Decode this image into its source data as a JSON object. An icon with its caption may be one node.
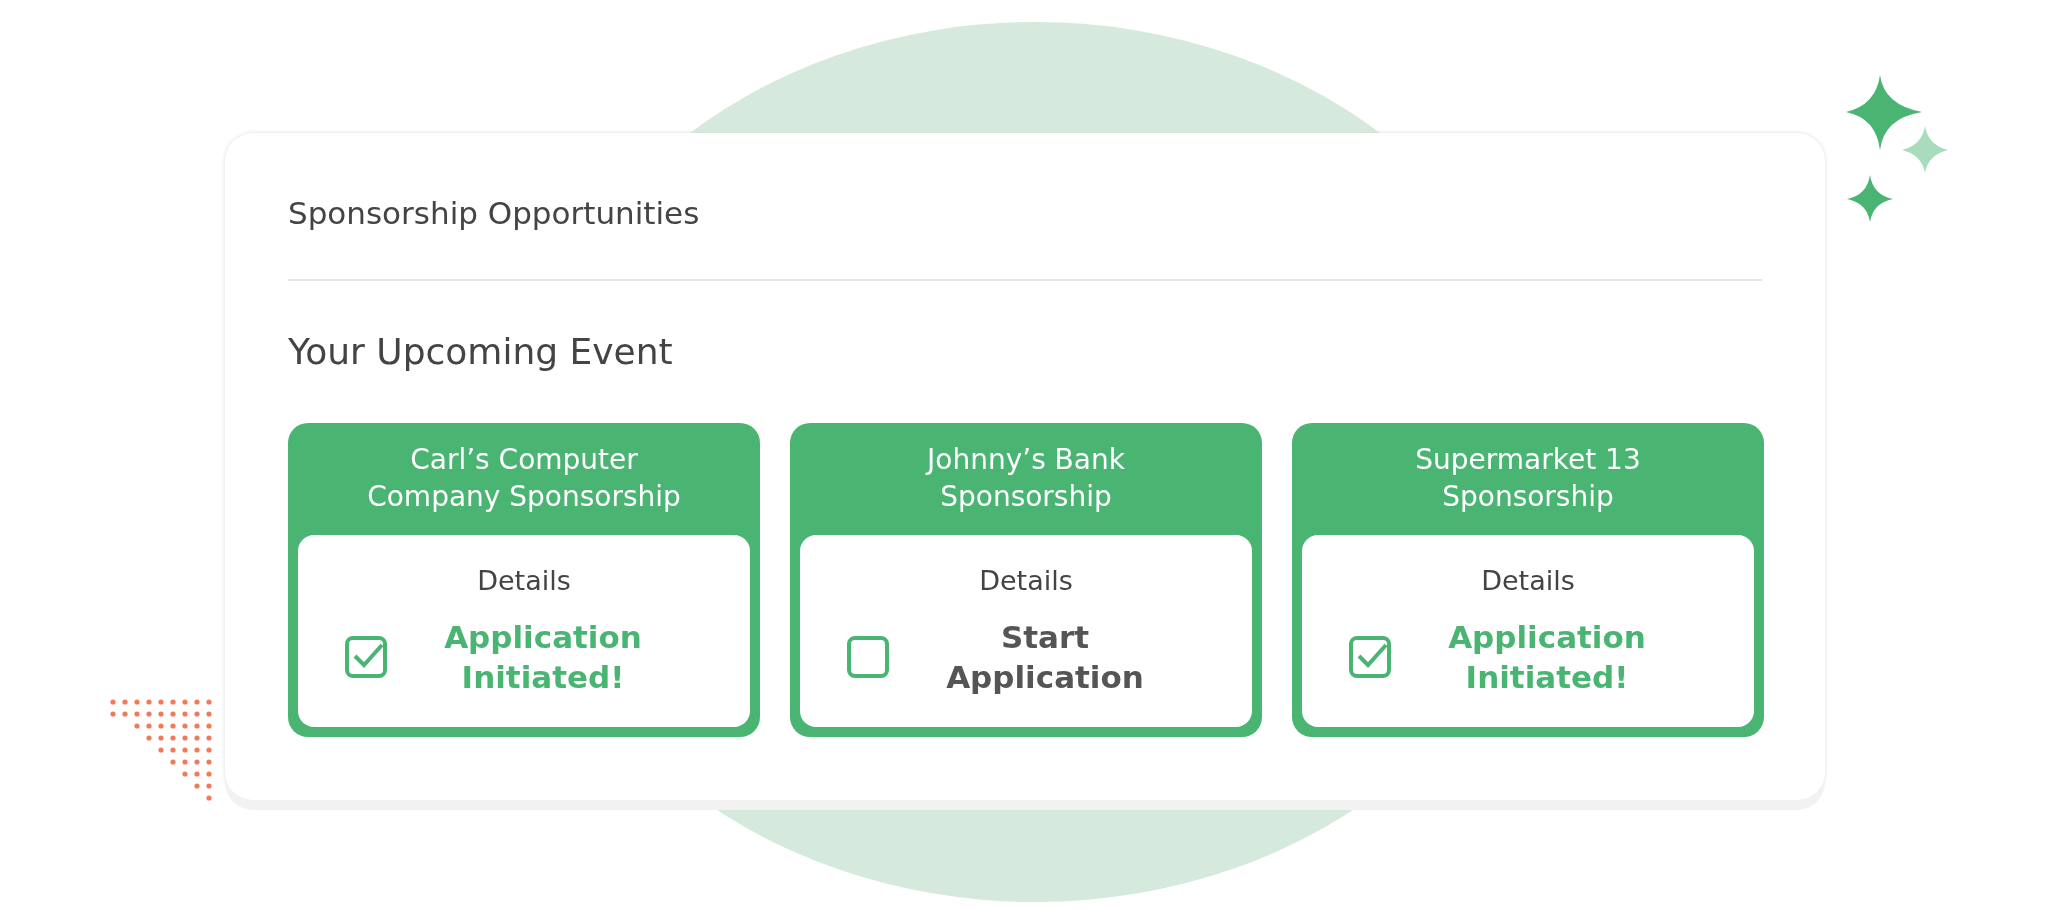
{
  "diagram": {
    "nodes": [
      {
        "text": [
          "Sponsorship Opportunities",
          "Your Upcoming Event"
        ]
      },
      {
        "text": [
          "Carl’s Computer Company Sponsorship"
        ],
        "in": 0
      },
      {
        "text": [
          "Details",
          "Application Initiated!"
        ],
        "in": 1
      },
      {
        "text": [],
        "shape": "checkbox",
        "in": 2
      },
      {
        "text": [
          "Johnny’s Bank Sponsorship"
        ],
        "in": 0
      },
      {
        "text": [
          "Details",
          "Start Application"
        ],
        "in": 4
      },
      {
        "text": [],
        "shape": "box",
        "in": 5
      },
      {
        "text": [
          "Supermarket 13 Sponsorship"
        ],
        "in": 0
      },
      {
        "text": [
          "Details",
          "Application Initiated!"
        ],
        "in": 7
      },
      {
        "text": [],
        "shape": "checkbox",
        "in": 8
      }
    ]
  }
}
